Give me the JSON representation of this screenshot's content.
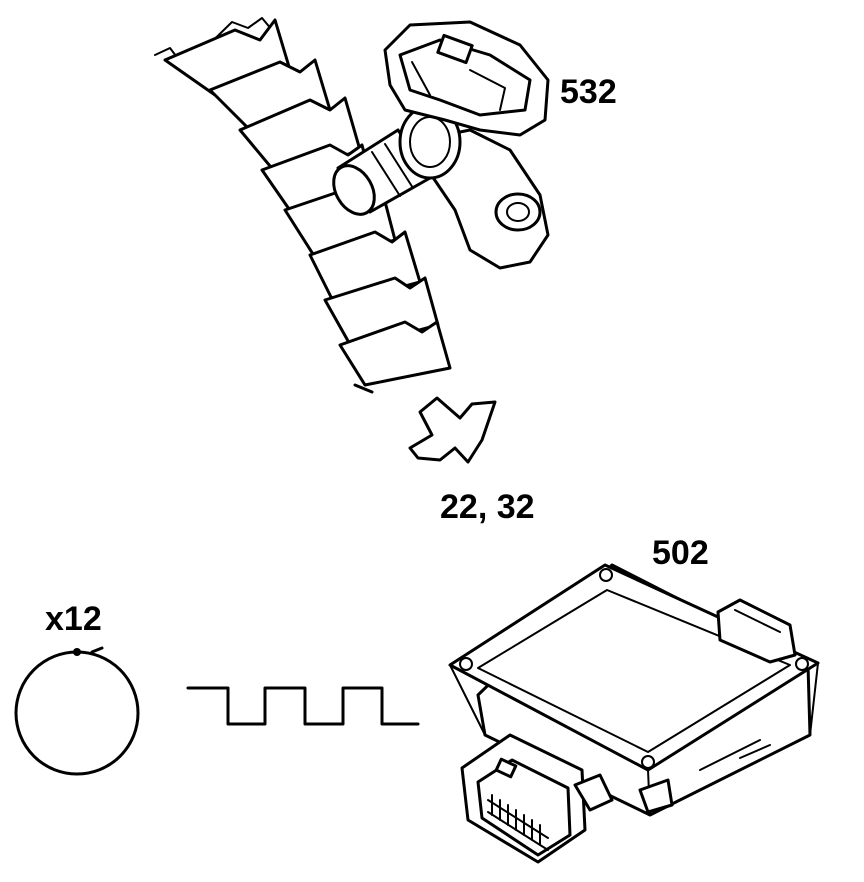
{
  "labels": {
    "sensor": "532",
    "arrow_ref": "22, 32",
    "module": "502",
    "pulses": "x12"
  }
}
